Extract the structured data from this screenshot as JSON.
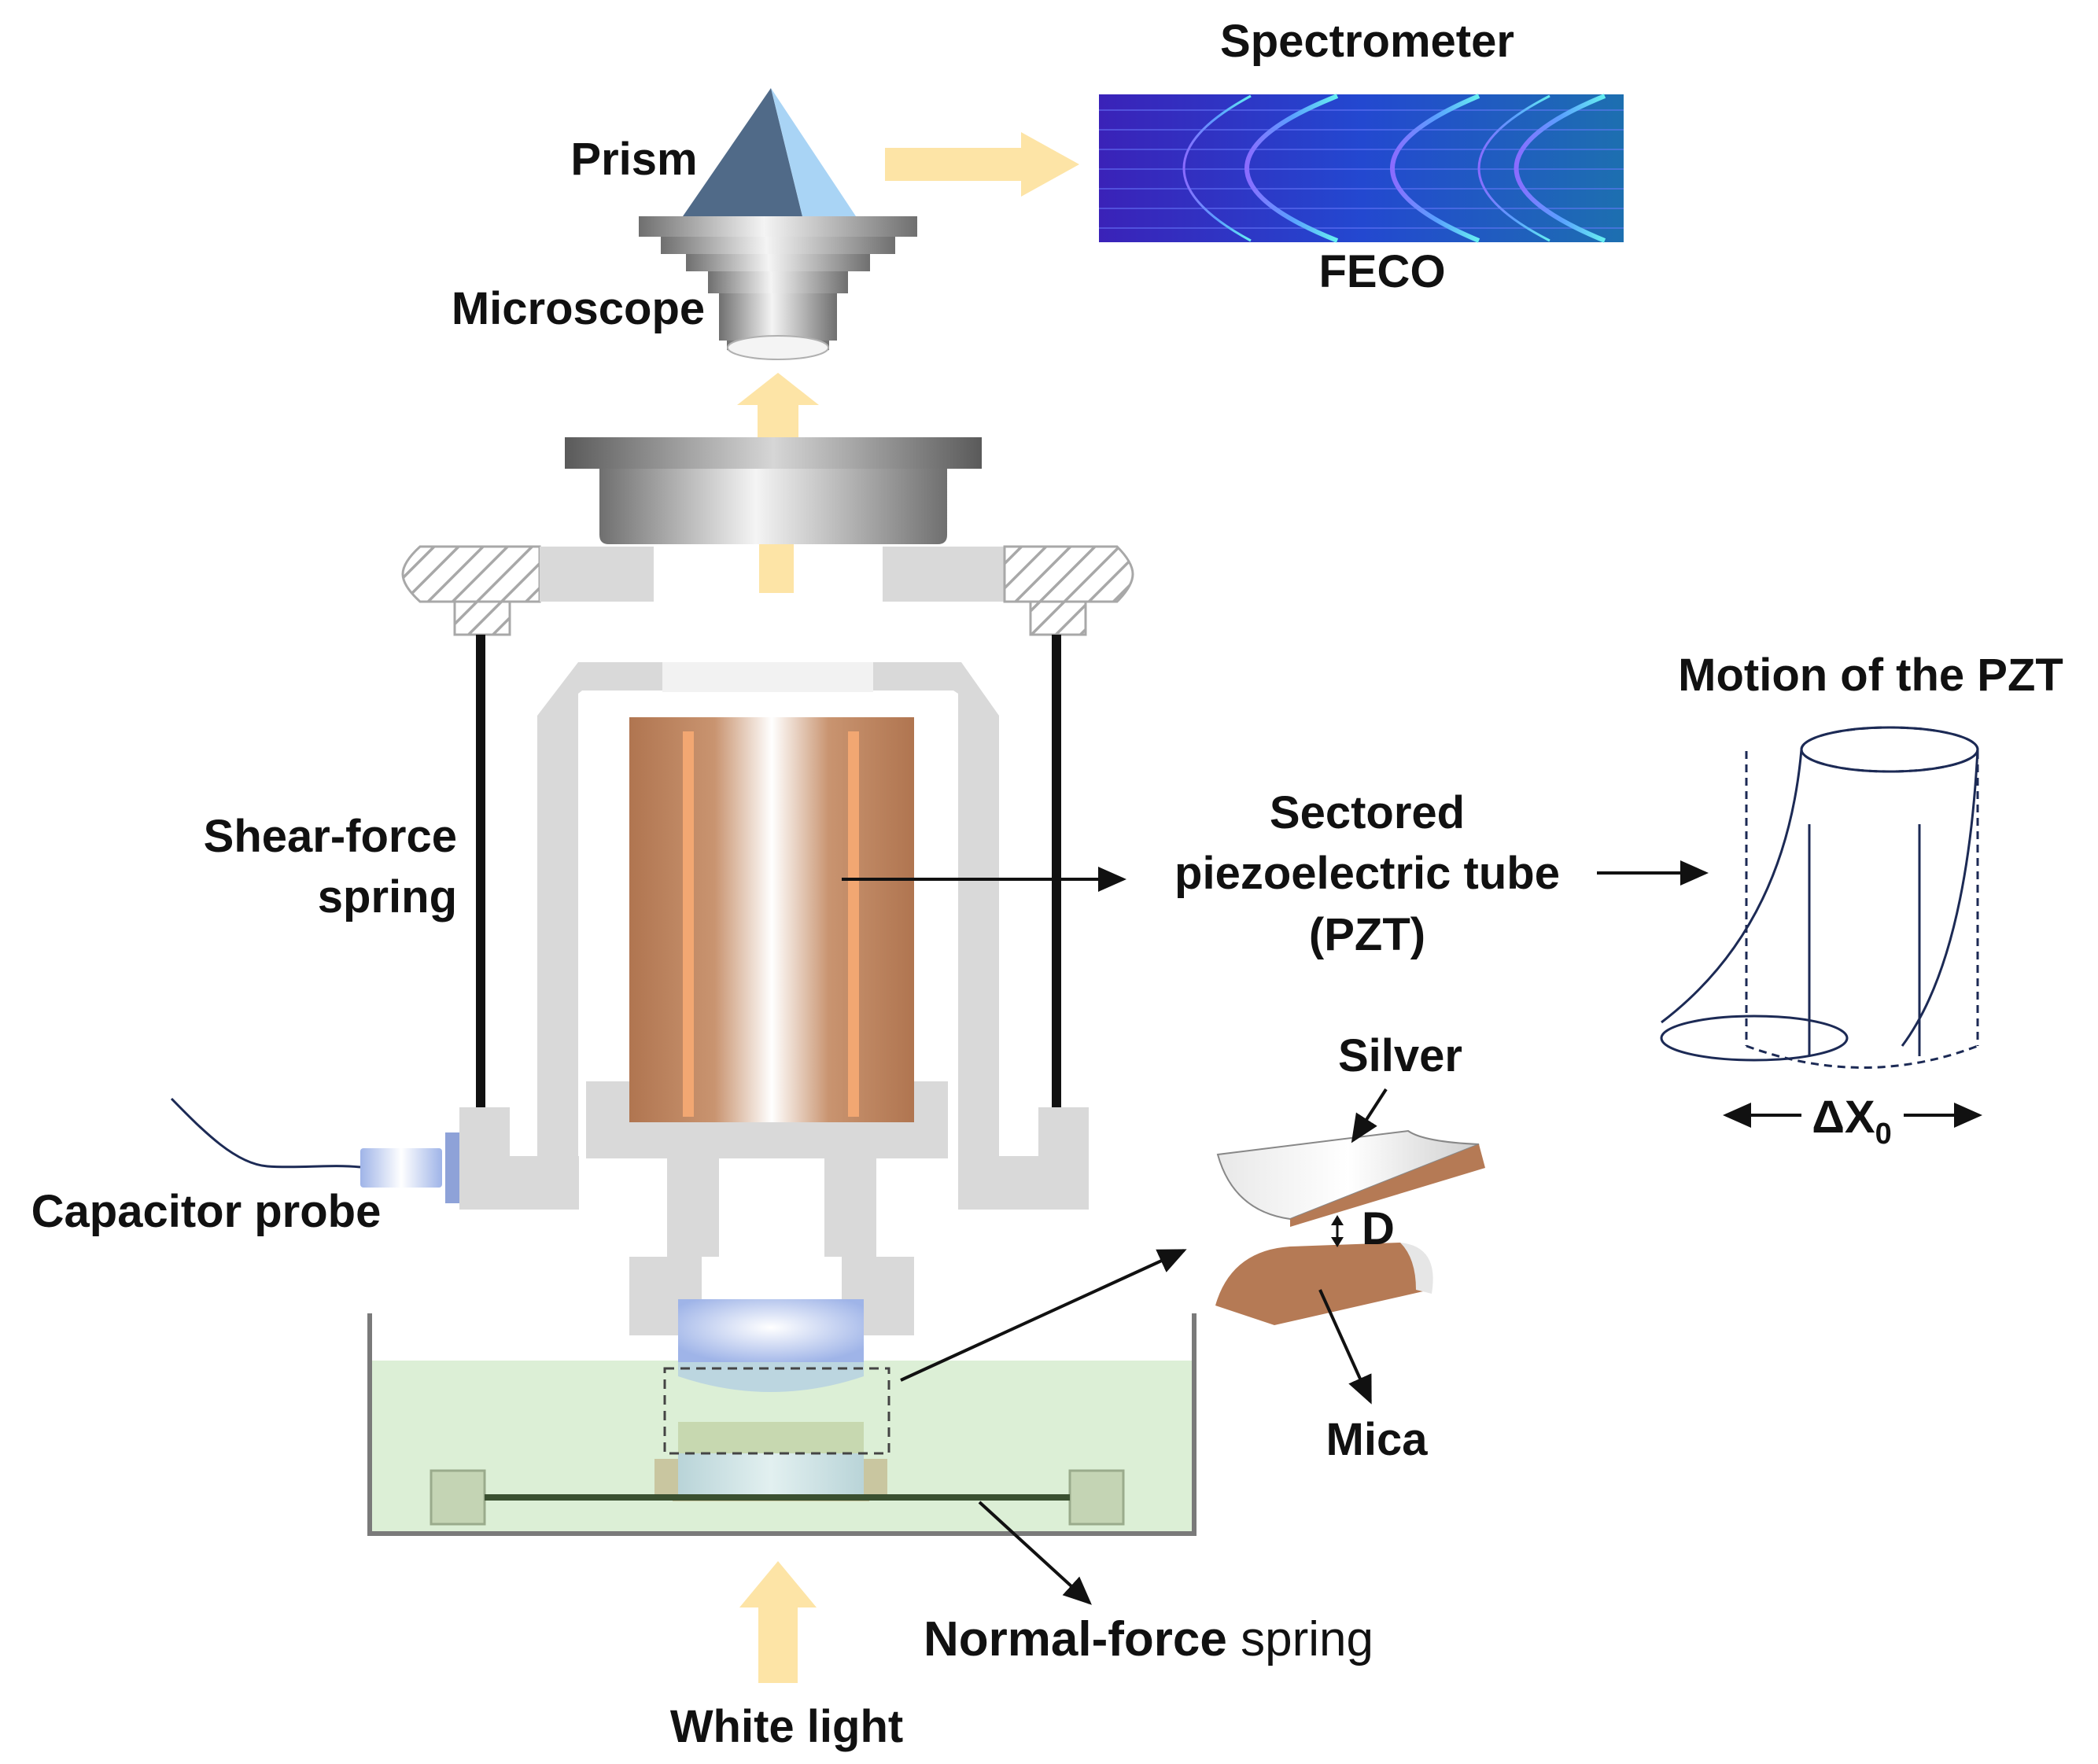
{
  "labels": {
    "spectrometer": "Spectrometer",
    "prism": "Prism",
    "microscope": "Microscope",
    "feco": "FECO",
    "motion_of_pzt": "Motion of the PZT",
    "shear_force_line1": "Shear-force",
    "shear_force_line2": "spring",
    "sectored_line1": "Sectored",
    "sectored_line2": "piezoelectric tube",
    "sectored_line3": "(PZT)",
    "capacitor_probe": "Capacitor probe",
    "silver": "Silver",
    "gap": "D",
    "mica": "Mica",
    "normal_force_bold": "Normal-force",
    "normal_force_regular": " spring",
    "white_light": "White light",
    "delta_x": "ΔX",
    "delta_x_sub": "0"
  },
  "colors": {
    "light_arrow": "#fde4a6",
    "copper": "#b57a55",
    "liquid": "#dcefd6",
    "lens": "#b4c6ec",
    "frame_gray": "#d9d9d9",
    "spectrometer_bg": "#2a2fb8"
  }
}
